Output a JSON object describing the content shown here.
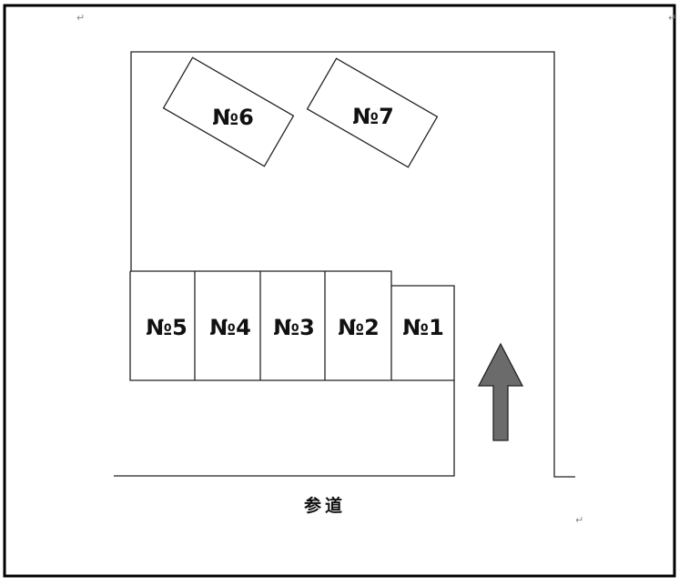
{
  "slots": {
    "no1": "№1",
    "no2": "№2",
    "no3": "№3",
    "no4": "№4",
    "no5": "№5",
    "no6": "№6",
    "no7": "№7"
  },
  "road_label": "参道",
  "paragraph_mark": "↵",
  "colors": {
    "border": "#000000",
    "line": "#222222",
    "arrow_fill": "#6b6b6b",
    "arrow_stroke": "#222222"
  }
}
